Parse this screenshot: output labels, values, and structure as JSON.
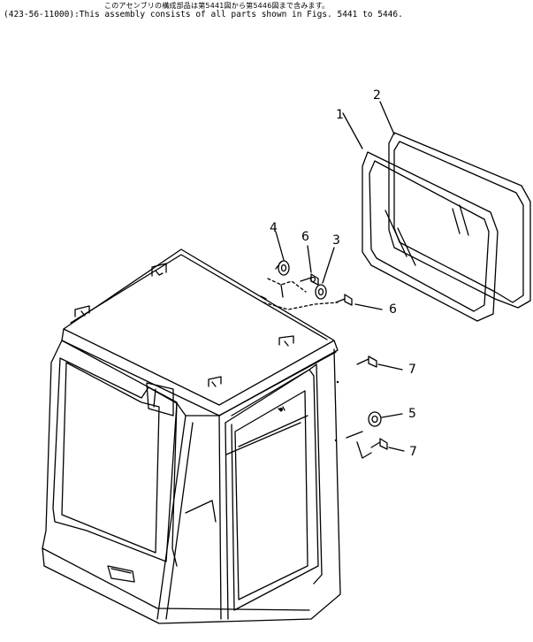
{
  "header": {
    "note_jp": "このアセンブリの構成部品は第5441図から第5446図まで含みます。",
    "note_en": "(423-56-11000):This assembly consists of all parts shown in Figs. 5441 to 5446."
  },
  "callouts": [
    "1",
    "2",
    "3",
    "4",
    "5",
    "6",
    "6",
    "7",
    "7"
  ]
}
